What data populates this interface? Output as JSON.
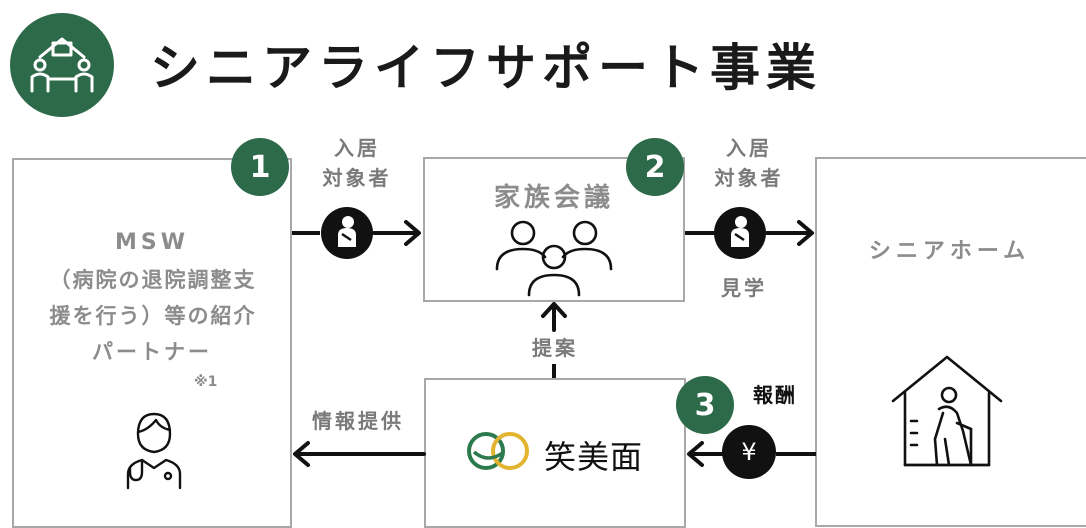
{
  "title": "シニアライフサポート事業",
  "partner_box": {
    "line1": "MSW",
    "line2": "（病院の退院調整支",
    "line3": "援を行う）等の紹介",
    "line4": "パートナー",
    "note": "※1"
  },
  "family_box": {
    "label": "家族会議"
  },
  "senior_box": {
    "label": "シニアホーム"
  },
  "company_box": {
    "name": "笑美面"
  },
  "badges": {
    "one": "1",
    "two": "2",
    "three": "3"
  },
  "flows": {
    "resident_1_line1": "入居",
    "resident_1_line2": "対象者",
    "resident_2_line1": "入居",
    "resident_2_line2": "対象者",
    "visit": "見学",
    "proposal": "提案",
    "info": "情報提供",
    "reward": "報酬",
    "yen": "¥"
  },
  "icons": {
    "title": "support-handshake-icon",
    "doctor": "doctor-icon",
    "family": "family-group-icon",
    "house": "senior-house-icon",
    "person": "person-icon",
    "logo": "emimen-logo-icon"
  },
  "colors": {
    "accent": "#2d6a49",
    "box_border": "#a8a8a8",
    "text_gray": "#8c8c8c",
    "logo_green": "#2d7a4f",
    "logo_yellow": "#e3b430"
  }
}
